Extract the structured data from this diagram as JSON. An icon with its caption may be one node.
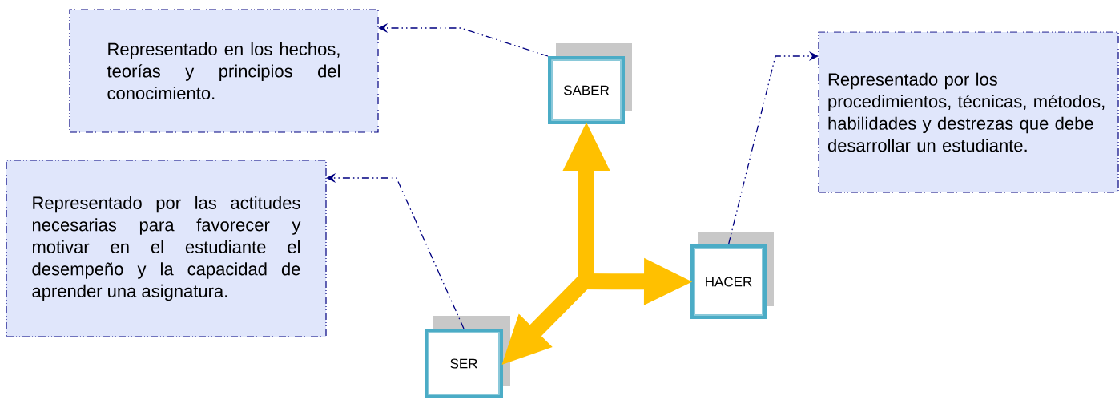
{
  "diagram": {
    "nodes": [
      {
        "text": [
          "Representado en los hechos, teorías y principios del conocimiento."
        ]
      },
      {
        "text": [
          "SABER"
        ]
      },
      {
        "text": [
          "Representado por los procedimientos, técnicas, métodos, habilidades y destrezas que debe desarrollar un estudiante."
        ]
      },
      {
        "text": [
          "Representado por las actitudes necesarias para favorecer y motivar en el estudiante el desempeño y la capacidad de aprender una asignatura."
        ]
      },
      {
        "text": [
          "HACER"
        ]
      },
      {
        "text": [
          "SER"
        ]
      }
    ],
    "edges": [
      {
        "from": 1,
        "to": 0,
        "arrow": "to",
        "style": "dashed",
        "color": "#000080"
      },
      {
        "from": 4,
        "to": 2,
        "arrow": "to",
        "style": "dashed",
        "color": "#000080"
      },
      {
        "from": 5,
        "to": 3,
        "arrow": "to",
        "style": "dashed",
        "color": "#000080"
      },
      {
        "from": null,
        "to": 1,
        "arrow": "to",
        "style": "thick",
        "color": "#ffc000"
      },
      {
        "from": null,
        "to": 4,
        "arrow": "to",
        "style": "thick",
        "color": "#ffc000"
      },
      {
        "from": null,
        "to": 5,
        "arrow": "to",
        "style": "thick",
        "color": "#ffc000"
      }
    ]
  }
}
